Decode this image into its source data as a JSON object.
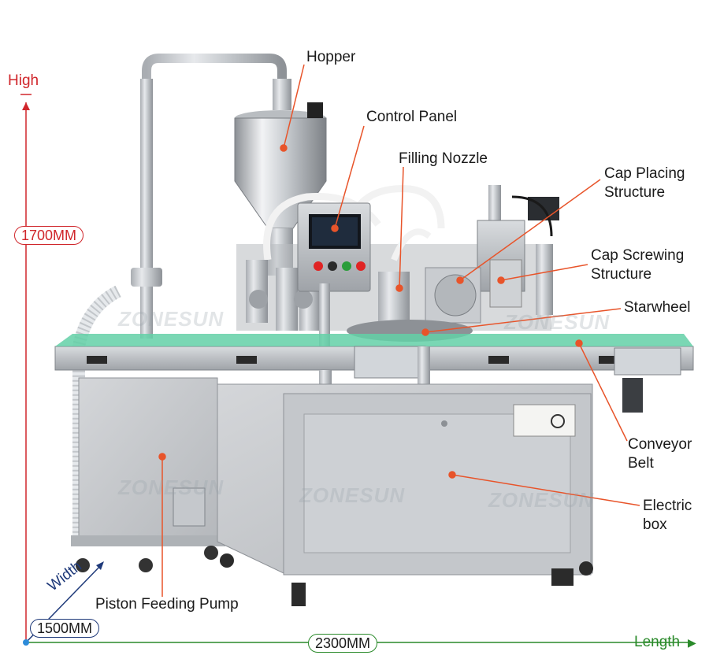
{
  "callouts": {
    "hopper": "Hopper",
    "control_panel": "Control Panel",
    "filling_nozzle": "Filling Nozzle",
    "cap_placing_1": "Cap Placing",
    "cap_placing_2": "Structure",
    "cap_screwing_1": "Cap Screwing",
    "cap_screwing_2": "Structure",
    "starwheel": "Starwheel",
    "conveyor_1": "Conveyor",
    "conveyor_2": "Belt",
    "electric_1": "Electric",
    "electric_2": "box",
    "piston": "Piston Feeding Pump"
  },
  "dimensions": {
    "height_label": "High",
    "height_value": "1700MM",
    "width_label": "Width",
    "width_value": "1500MM",
    "length_label": "Length",
    "length_value": "2300MM"
  },
  "watermark": "ZONESUN",
  "colors": {
    "height": "#d0262b",
    "length": "#2a8a2a",
    "width": "#1f3a7a",
    "callout_line": "#e8542a"
  }
}
